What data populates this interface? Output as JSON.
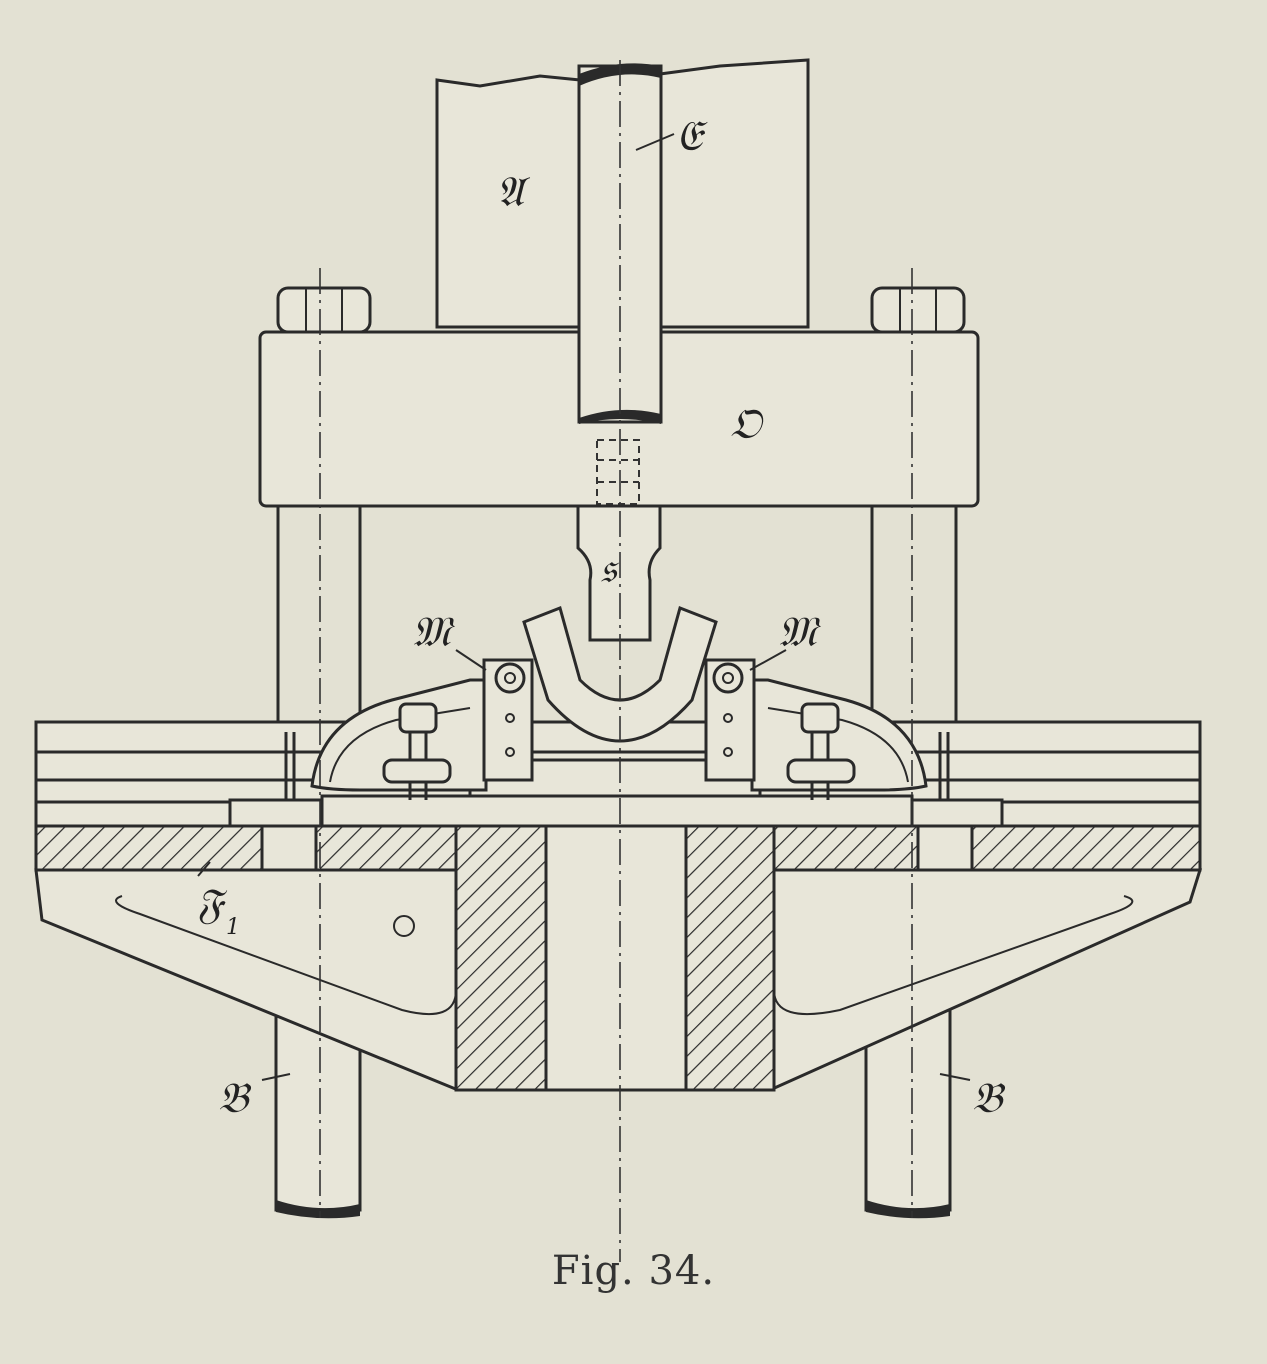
{
  "figure": {
    "caption": "Fig. 34.",
    "labels": {
      "A": "𝔄",
      "E": "𝔈",
      "O": "𝔒",
      "S": "𝔰",
      "M_left": "𝔐",
      "M_right": "𝔐",
      "F": "𝔉",
      "F_sub": "1",
      "B_left": "𝔅",
      "B_right": "𝔅"
    }
  }
}
